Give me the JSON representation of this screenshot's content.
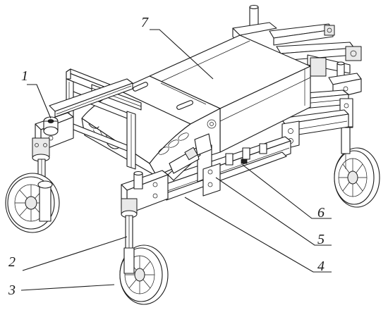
{
  "reference_numerals": [
    {
      "id": "1",
      "label": "1"
    },
    {
      "id": "2",
      "label": "2"
    },
    {
      "id": "3",
      "label": "3"
    },
    {
      "id": "4",
      "label": "4"
    },
    {
      "id": "5",
      "label": "5"
    },
    {
      "id": "6",
      "label": "6"
    },
    {
      "id": "7",
      "label": "7"
    }
  ],
  "colors": {
    "line": "#1a1a1a",
    "background": "#ffffff",
    "shade": "#e9e9e9"
  }
}
